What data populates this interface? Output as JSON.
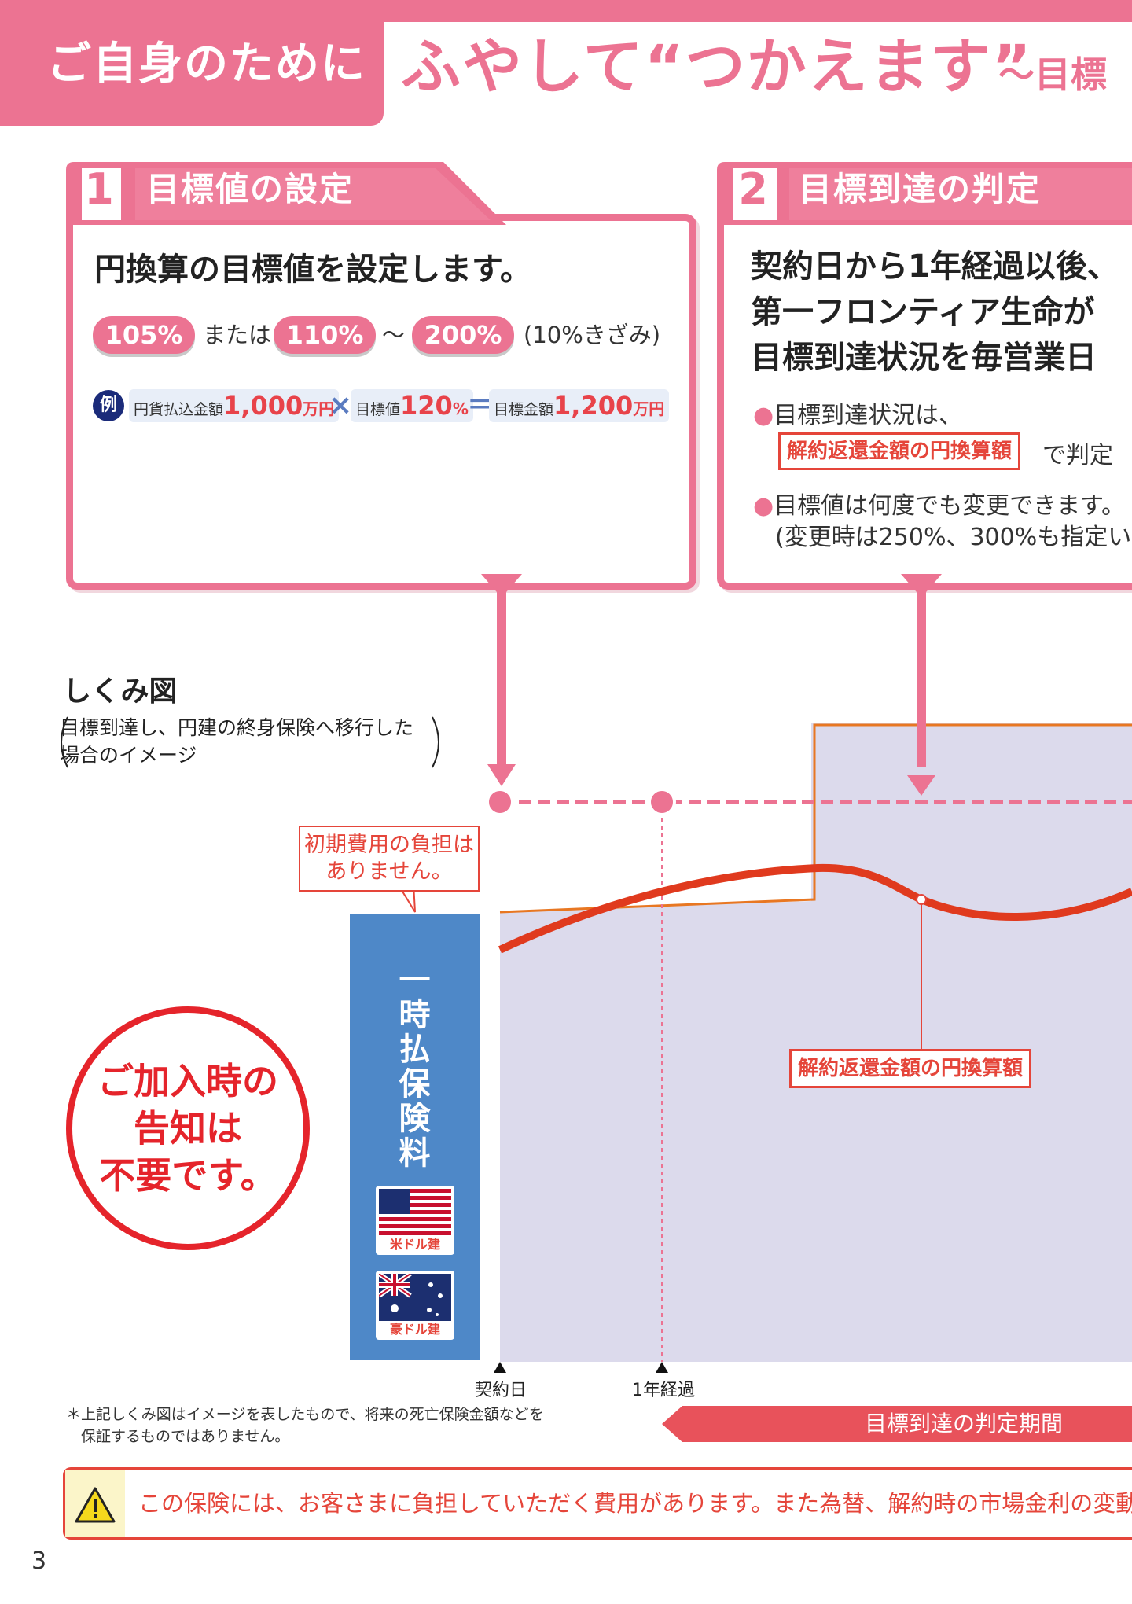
{
  "header": {
    "left_label": "ご自身のために",
    "main_title": "ふやして“つかえます”",
    "subtitle": "～目標"
  },
  "box1": {
    "number": "1",
    "title": "目標値の設定",
    "lead": "円換算の目標値を設定します。",
    "pill1": "105%",
    "or_text": "または",
    "pill2": "110%",
    "range_sep": "～",
    "pill3": "200%",
    "step_note": "(10%きざみ)",
    "example": {
      "badge": "例",
      "chip1_label": "円貨払込金額",
      "chip1_value": "1,000",
      "chip1_unit": "万円",
      "times": "×",
      "chip2_label": "目標値",
      "chip2_value": "120",
      "chip2_unit": "%",
      "equals": "＝",
      "chip3_label": "目標金額",
      "chip3_value": "1,200",
      "chip3_unit": "万円"
    }
  },
  "box2": {
    "number": "2",
    "title": "目標到達の判定",
    "lead_line1": "契約日から1年経過以後、",
    "lead_line2": "第一フロンティア生命が",
    "lead_line3": "目標到達状況を毎営業日",
    "bullet1_line1": "目標到達状況は、",
    "bullet1_box": "解約返還金額の円換算額",
    "bullet1_after": "で判定",
    "bullet2_line1": "目標値は何度でも変更できます。",
    "bullet2_line2": "(変更時は250%、300%も指定い",
    "bullet_mark": "●"
  },
  "diagram": {
    "title": "しくみ図",
    "paren_line1": "目標到達し、円建の終身保険へ移行した",
    "paren_line2": "場合のイメージ",
    "note_initial_cost": "初期費用の負担はありません。",
    "premium_label": "一時払保険料",
    "flag_usd": "米ドル建",
    "flag_aud": "豪ドル建",
    "circle_line1": "ご加入時の",
    "circle_line2": "告知は",
    "circle_line3": "不要です。",
    "curve_label": "解約返還金額の円換算額",
    "axis_contract": "契約日",
    "axis_1year": "1年経過",
    "period_label": "目標到達の判定期間",
    "footnote_line1": "＊上記しくみ図はイメージを表したもので、将来の死亡保険金額などを",
    "footnote_line2": "　保証するものではありません。",
    "colors": {
      "pink": "#ec7392",
      "blue": "#4e88c8",
      "lavender": "#dcdaec",
      "orange": "#e87722",
      "red": "#e5453a"
    }
  },
  "warning": {
    "text": "この保険には、お客さまに負担していただく費用があります。また為替、解約時の市場金利の変動",
    "icon": "warning-triangle-icon"
  },
  "page_number": "3"
}
